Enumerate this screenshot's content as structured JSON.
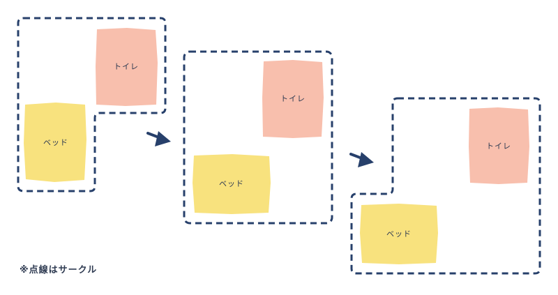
{
  "colors": {
    "circle_outline": "#27406b",
    "arrow": "#27406b",
    "toilet_fill": "#f8bfad",
    "bed_fill": "#f8e27e",
    "label_text": "#2f3b52"
  },
  "icons": {
    "step_arrow": "arrow-right-icon"
  },
  "steps": [
    {
      "toilet_label": "トイレ",
      "bed_label": "ベッド"
    },
    {
      "toilet_label": "トイレ",
      "bed_label": "ベッド"
    },
    {
      "toilet_label": "トイレ",
      "bed_label": "ベッド"
    }
  ],
  "note": "※点線はサークル"
}
